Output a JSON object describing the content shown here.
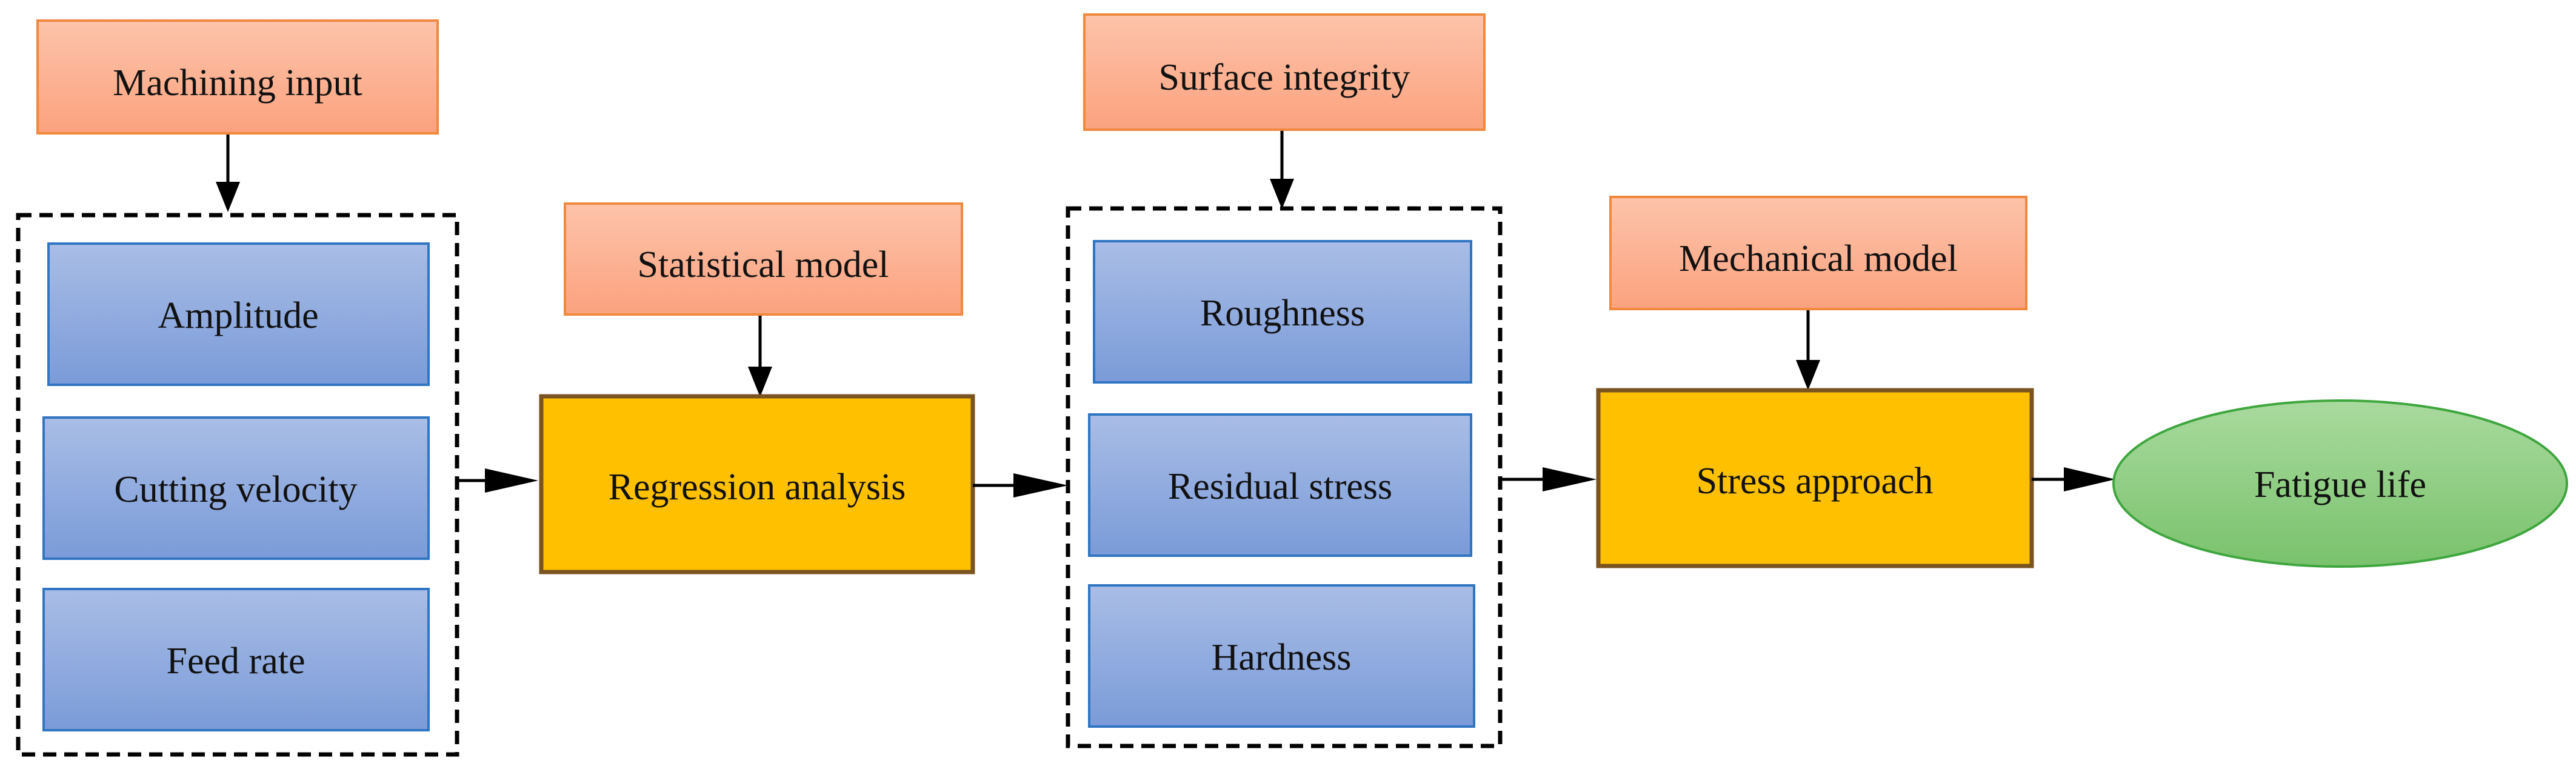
{
  "colors": {
    "input_box": "#FDB89C",
    "input_border": "#F0883E",
    "parameter_box": "#8EA9DB",
    "parameter_border": "#2F75C2",
    "process_box": "#FFC000",
    "process_border": "#7A5420",
    "output_ellipse": "#8CCB7E",
    "output_border": "#3FA63F"
  },
  "inputs": {
    "machining_input": "Machining input",
    "statistical_model": "Statistical model",
    "surface_integrity": "Surface integrity",
    "mechanical_model": "Mechanical model"
  },
  "machining_params": [
    "Amplitude",
    "Cutting velocity",
    "Feed rate"
  ],
  "surface_params": [
    "Roughness",
    "Residual stress",
    "Hardness"
  ],
  "process": {
    "regression": "Regression analysis",
    "stress": "Stress approach"
  },
  "output": {
    "fatigue_life": "Fatigue life"
  }
}
